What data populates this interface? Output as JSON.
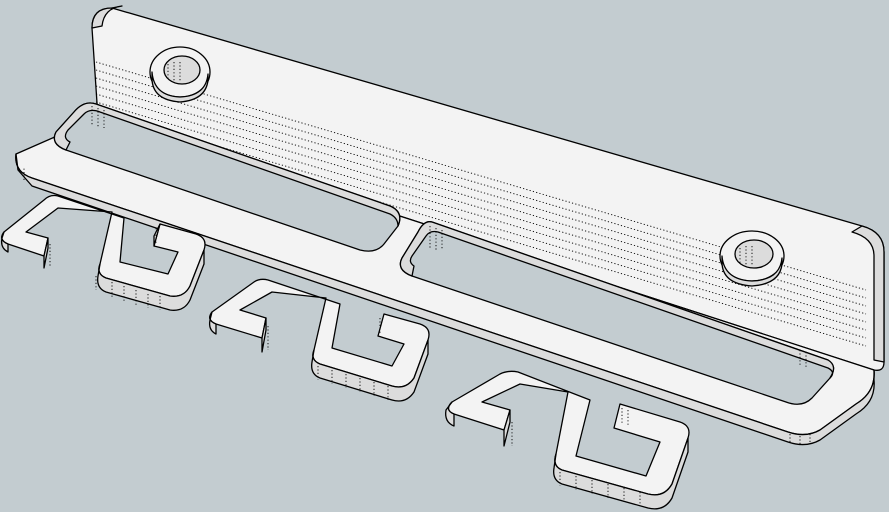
{
  "viewport": {
    "background": "#c3ccd0",
    "model_face_color": "#f3f3f3",
    "model_side_color": "#dcdcdc",
    "edge_color": "#000000"
  },
  "model": {
    "kind": "wall-mount tool rack",
    "parts": [
      "back-plate",
      "mount-hole-left",
      "mount-hole-right",
      "base-frame",
      "slot-left",
      "slot-right",
      "hook-1",
      "hook-2",
      "hook-3"
    ]
  }
}
